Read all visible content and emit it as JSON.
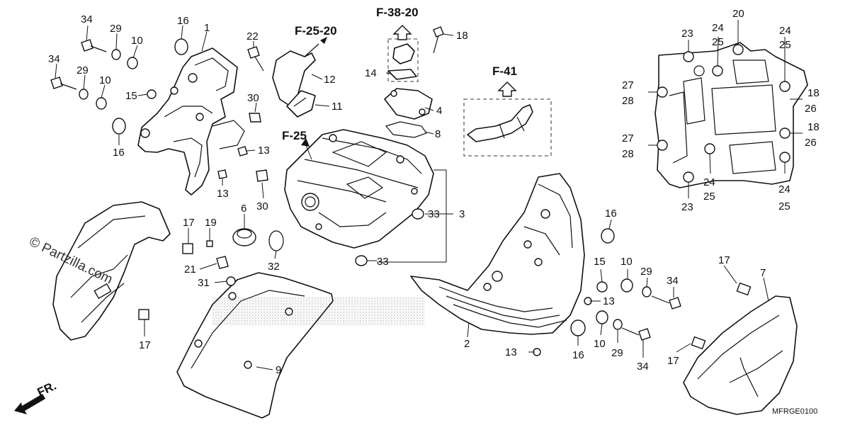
{
  "diagram": {
    "code": "MFRGE0100",
    "watermark": "© Partzilla.com",
    "front_label": "FR.",
    "refs": [
      "F-25-20",
      "F-38-20",
      "F-41",
      "F-25"
    ],
    "callouts": [
      {
        "id": "c34a",
        "text": "34"
      },
      {
        "id": "c29a",
        "text": "29"
      },
      {
        "id": "c10a",
        "text": "10"
      },
      {
        "id": "c16a",
        "text": "16"
      },
      {
        "id": "c1",
        "text": "1"
      },
      {
        "id": "c34b",
        "text": "34"
      },
      {
        "id": "c29b",
        "text": "29"
      },
      {
        "id": "c10b",
        "text": "10"
      },
      {
        "id": "c15a",
        "text": "15"
      },
      {
        "id": "c16b",
        "text": "16"
      },
      {
        "id": "c22",
        "text": "22"
      },
      {
        "id": "c12",
        "text": "12"
      },
      {
        "id": "c11",
        "text": "11"
      },
      {
        "id": "c30a",
        "text": "30"
      },
      {
        "id": "c13a",
        "text": "13"
      },
      {
        "id": "c13b",
        "text": "13"
      },
      {
        "id": "c30b",
        "text": "30"
      },
      {
        "id": "c18a",
        "text": "18"
      },
      {
        "id": "c14",
        "text": "14"
      },
      {
        "id": "c4",
        "text": "4"
      },
      {
        "id": "c8",
        "text": "8"
      },
      {
        "id": "c33a",
        "text": "33"
      },
      {
        "id": "c3",
        "text": "3"
      },
      {
        "id": "c33b",
        "text": "33"
      },
      {
        "id": "c6",
        "text": "6"
      },
      {
        "id": "c17a",
        "text": "17"
      },
      {
        "id": "c19",
        "text": "19"
      },
      {
        "id": "c21",
        "text": "21"
      },
      {
        "id": "c32",
        "text": "32"
      },
      {
        "id": "c31",
        "text": "31"
      },
      {
        "id": "c17b",
        "text": "17"
      },
      {
        "id": "c9",
        "text": "9"
      },
      {
        "id": "c2",
        "text": "2"
      },
      {
        "id": "c13c",
        "text": "13"
      },
      {
        "id": "c13d",
        "text": "13"
      },
      {
        "id": "c16c",
        "text": "16"
      },
      {
        "id": "c15b",
        "text": "15"
      },
      {
        "id": "c10c",
        "text": "10"
      },
      {
        "id": "c29c",
        "text": "29"
      },
      {
        "id": "c34c",
        "text": "34"
      },
      {
        "id": "c10d",
        "text": "10"
      },
      {
        "id": "c29d",
        "text": "29"
      },
      {
        "id": "c16d",
        "text": "16"
      },
      {
        "id": "c34d",
        "text": "34"
      },
      {
        "id": "c7",
        "text": "7"
      },
      {
        "id": "c17c",
        "text": "17"
      },
      {
        "id": "c17d",
        "text": "17"
      },
      {
        "id": "c20",
        "text": "20"
      },
      {
        "id": "c23a",
        "text": "23"
      },
      {
        "id": "c24a",
        "text": "24"
      },
      {
        "id": "c25a",
        "text": "25"
      },
      {
        "id": "c24b",
        "text": "24"
      },
      {
        "id": "c25b",
        "text": "25"
      },
      {
        "id": "c27a",
        "text": "27"
      },
      {
        "id": "c28a",
        "text": "28"
      },
      {
        "id": "c18b",
        "text": "18"
      },
      {
        "id": "c26a",
        "text": "26"
      },
      {
        "id": "c27b",
        "text": "27"
      },
      {
        "id": "c28b",
        "text": "28"
      },
      {
        "id": "c18c",
        "text": "18"
      },
      {
        "id": "c26b",
        "text": "26"
      },
      {
        "id": "c24c",
        "text": "24"
      },
      {
        "id": "c25c",
        "text": "25"
      },
      {
        "id": "c24d",
        "text": "24"
      },
      {
        "id": "c25d",
        "text": "25"
      },
      {
        "id": "c23b",
        "text": "23"
      }
    ]
  }
}
